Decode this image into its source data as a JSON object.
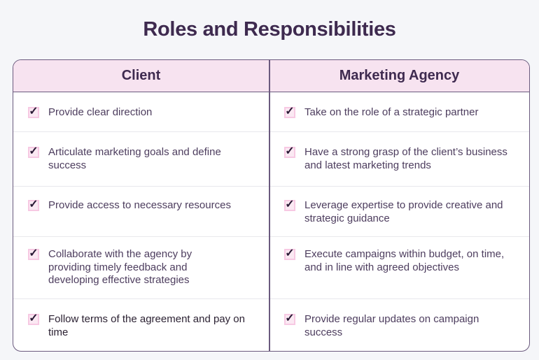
{
  "title": "Roles and Responsibilities",
  "columns": [
    {
      "header": "Client"
    },
    {
      "header": "Marketing Agency"
    }
  ],
  "rows": [
    {
      "client": "Provide clear direction",
      "agency": "Take on the role of a strategic partner"
    },
    {
      "client": "Articulate marketing goals and define success",
      "agency": "Have a strong grasp of the client’s business and latest marketing trends"
    },
    {
      "client": "Provide access to necessary resources",
      "agency": "Leverage expertise to provide creative and strategic guidance"
    },
    {
      "client": "Collaborate with the agency by providing timely feedback and developing effective strategies",
      "agency": "Execute campaigns within budget, on time, and in line with agreed objectives"
    },
    {
      "client": "Follow terms of the agreement and pay on time",
      "agency": "Provide regular updates on campaign success"
    }
  ],
  "icons": {
    "check": "✓"
  },
  "colors": {
    "title": "#3e2a4f",
    "header_bg": "#f7e3f0",
    "border": "#6b5a7e",
    "checkbox_border": "#f7c9e3",
    "background": "#f5f6f9"
  }
}
